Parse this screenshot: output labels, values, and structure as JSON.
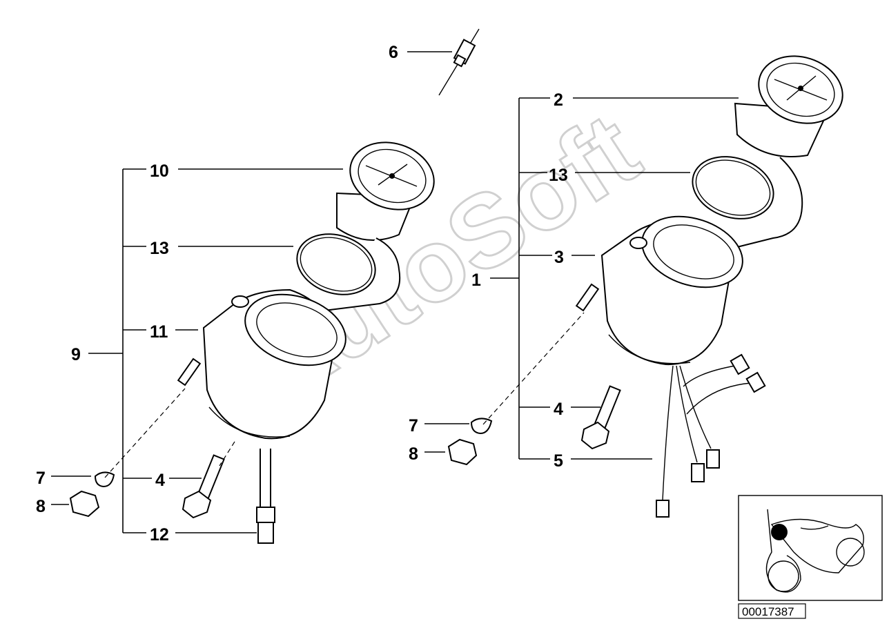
{
  "watermark": "AutoSoft",
  "reference_number": "00017387",
  "callouts": {
    "c1": "1",
    "c2": "2",
    "c3": "3",
    "c4a": "4",
    "c4b": "4",
    "c5": "5",
    "c6": "6",
    "c7a": "7",
    "c7b": "7",
    "c8a": "8",
    "c8b": "8",
    "c9": "9",
    "c10": "10",
    "c11": "11",
    "c12": "12",
    "c13a": "13",
    "c13b": "13"
  },
  "colors": {
    "line": "#000000",
    "marker": "#000000",
    "watermark": "#d0d0d0"
  }
}
